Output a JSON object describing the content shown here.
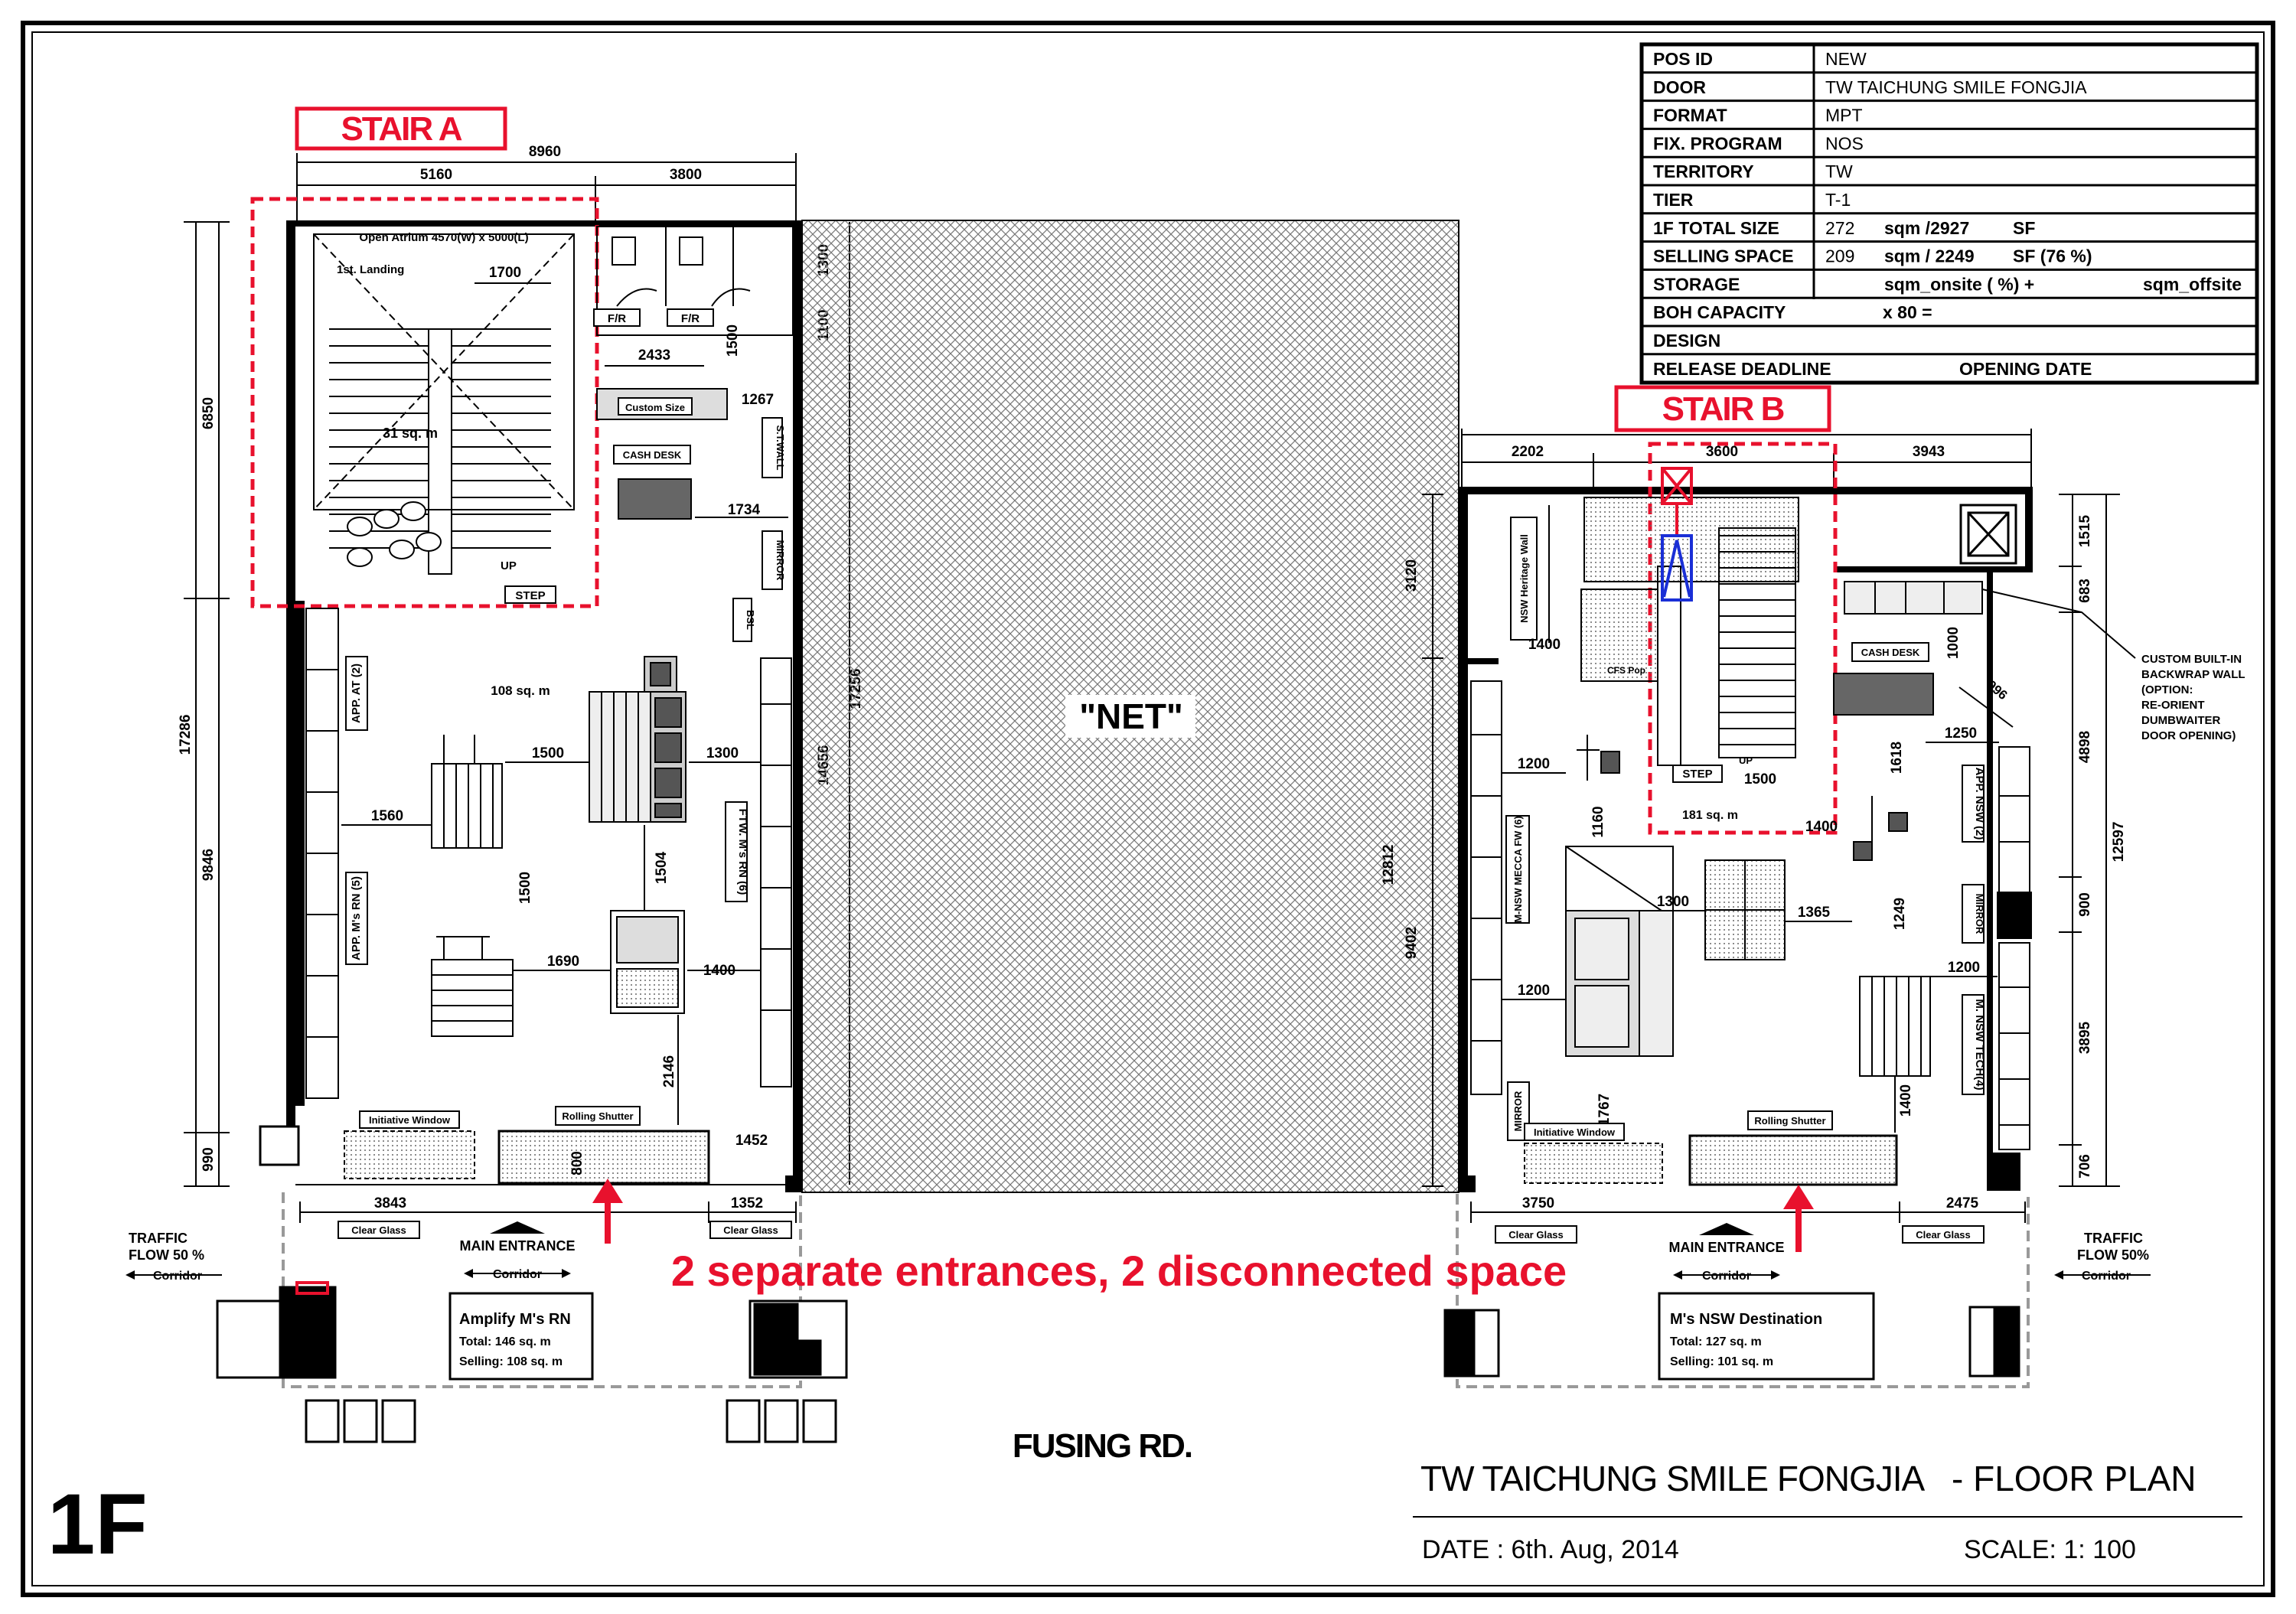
{
  "sheet": {
    "level": "1F",
    "title": "TW TAICHUNG SMILE FONGJIA",
    "title_suffix": "-   FLOOR PLAN",
    "date": "DATE :  6th. Aug, 2014",
    "scale": "SCALE: 1:    100",
    "street": "FUSING RD.",
    "annotation": "2 separate entrances, 2 disconnected space"
  },
  "title_block": {
    "rows": [
      {
        "k": "POS ID",
        "v": "NEW"
      },
      {
        "k": "DOOR",
        "v": "TW TAICHUNG SMILE FONGJIA"
      },
      {
        "k": "FORMAT",
        "v": "MPT"
      },
      {
        "k": "FIX. PROGRAM",
        "v": "NOS"
      },
      {
        "k": "TERRITORY",
        "v": "TW"
      },
      {
        "k": "TIER",
        "v": "T-1"
      },
      {
        "k": "1F TOTAL SIZE",
        "v": "272",
        "v2": "sqm /2927",
        "v3": "SF"
      },
      {
        "k": "SELLING SPACE",
        "v": "209",
        "v2": "sqm / 2249",
        "v3": "SF (76    %)"
      },
      {
        "k": "STORAGE",
        "v": "",
        "v2": "sqm_onsite (      %) +",
        "v3": "sqm_offsite"
      },
      {
        "k": "BOH CAPACITY",
        "v": "",
        "v2": "x 80 =",
        "v3": ""
      },
      {
        "k": "DESIGN",
        "v": "",
        "v2": "",
        "v3": ""
      },
      {
        "k": "RELEASE DEADLINE",
        "v": "",
        "v2": "OPENING DATE",
        "v3": ""
      }
    ]
  },
  "stairs": {
    "a": "STAIR A",
    "b": "STAIR B"
  },
  "net_label": "\"NET\"",
  "left": {
    "atrium": "Open Atrium 4570(W) x 5000(L)",
    "landing": "1st. Landing",
    "stair_area": "31 sq. m",
    "area": "108 sq. m",
    "up": "UP",
    "step": "STEP",
    "fr": "F/R",
    "custom_size": "Custom Size",
    "cash_desk": "CASH DESK",
    "st_wall": "S.T.WALL",
    "mirror": "MIRROR",
    "bsl": "BSL",
    "app_at": "APP. AT (2)",
    "app_ms": "APP. M's RN (5)",
    "ftw": "FTW. M's RN (6)",
    "initiative_window": "Initiative Window",
    "rolling_shutter": "Rolling Shutter",
    "clear_glass": "Clear Glass",
    "main_entrance": "MAIN ENTRANCE",
    "corridor": "Corridor",
    "traffic": "TRAFFIC",
    "flow": "FLOW 50 %",
    "box_title": "Amplify M's RN",
    "box_total": "Total: 146 sq. m",
    "box_selling": "Selling: 108 sq. m",
    "dims": {
      "d8960": "8960",
      "d5160": "5160",
      "d3800": "3800",
      "d1700": "1700",
      "d6850": "6850",
      "d17286": "17286",
      "d9846": "9846",
      "d990": "990",
      "d1300a": "1300",
      "d1100": "1100",
      "d1500a": "1500",
      "d2433": "2433",
      "d1267": "1267",
      "d1734": "1734",
      "d1500b": "1500",
      "d1300b": "1300",
      "d1560": "1560",
      "d1500c": "1500",
      "d1504": "1504",
      "d1690": "1690",
      "d1400": "1400",
      "d2146": "2146",
      "d14656": "14656",
      "d17256": "17256",
      "d3843": "3843",
      "d1452": "1452",
      "d1352": "1352",
      "d800": "800"
    }
  },
  "right": {
    "nsw_wall": "NSW Heritage Wall",
    "cfs": "CFS Pop",
    "area_stair": "181 sq. m",
    "up": "UP",
    "step": "STEP",
    "cash_desk": "CASH DESK",
    "m_nsw_mecca": "M-NSW MECCA FW (6)",
    "app_nsw": "APP. NSW (2)",
    "mirror": "MIRROR",
    "m_nsw_tech": "M. NSW TECH(4)",
    "initiative_window": "Initiative Window",
    "rolling_shutter": "Rolling Shutter",
    "clear_glass": "Clear Glass",
    "main_entrance": "MAIN ENTRANCE",
    "corridor": "Corridor",
    "traffic": "TRAFFIC",
    "flow": "FLOW 50%",
    "custom_note": [
      "CUSTOM BUILT-IN",
      "BACKWRAP WALL",
      "(OPTION:",
      "RE-ORIENT",
      "DUMBWAITER",
      "DOOR OPENING)"
    ],
    "box_title": "M's NSW Destination",
    "box_total": "Total: 127 sq. m",
    "box_selling": "Selling: 101 sq. m",
    "dims": {
      "d2202": "2202",
      "d3600": "3600",
      "d3943": "3943",
      "d1515": "1515",
      "d683": "683",
      "d1000": "1000",
      "d996": "996",
      "d1250": "1250",
      "d4898": "4898",
      "d12597": "12597",
      "d1400a": "1400",
      "d1200a": "1200",
      "d1618": "1618",
      "d1500": "1500",
      "d1160": "1160",
      "d1400b": "1400",
      "d1300": "1300",
      "d1365": "1365",
      "d1249": "1249",
      "d900": "900",
      "d1200b": "1200",
      "d1200c": "1200",
      "d3895": "3895",
      "d1767": "1767",
      "d1400c": "1400",
      "d706": "706",
      "d3750": "3750",
      "d2475": "2475",
      "d3120": "3120",
      "d12812": "12812",
      "d9402": "9402"
    }
  },
  "colors": {
    "red": "#e8112d",
    "blue": "#1a2fd6"
  }
}
